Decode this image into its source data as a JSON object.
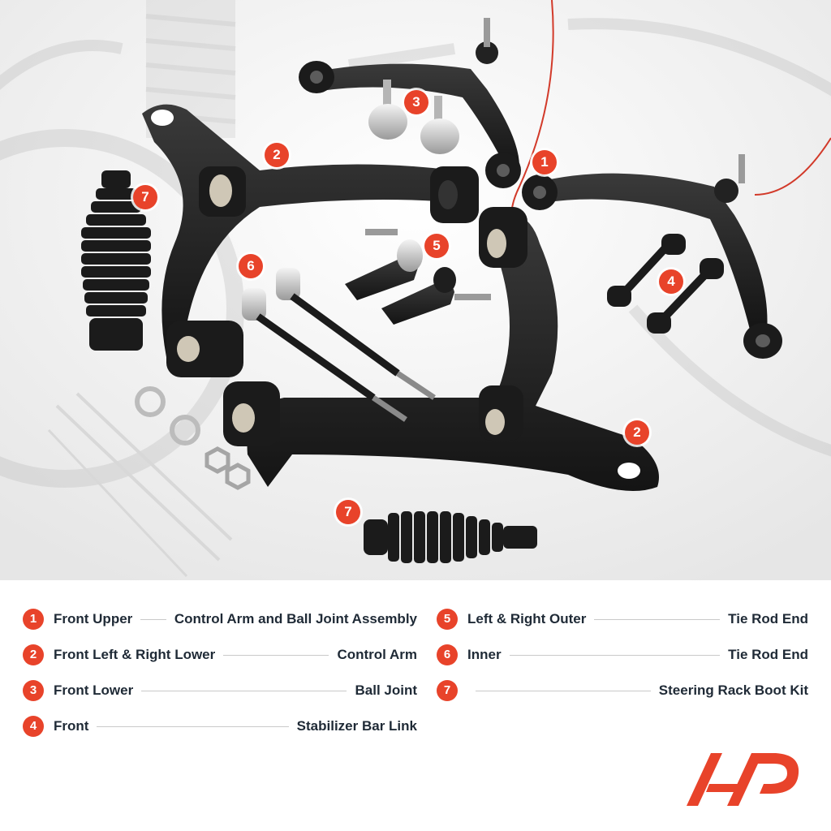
{
  "callouts": [
    "1",
    "2",
    "3",
    "4",
    "5",
    "6",
    "7"
  ],
  "legend": [
    {
      "num": "1",
      "left": "Front Upper",
      "right": "Control Arm and Ball Joint Assembly"
    },
    {
      "num": "2",
      "left": "Front Left & Right Lower",
      "right": "Control Arm"
    },
    {
      "num": "3",
      "left": "Front Lower",
      "right": "Ball Joint"
    },
    {
      "num": "4",
      "left": "Front",
      "right": "Stabilizer Bar Link"
    },
    {
      "num": "5",
      "left": "Left & Right Outer",
      "right": "Tie Rod End"
    },
    {
      "num": "6",
      "left": "Inner",
      "right": "Tie Rod End"
    },
    {
      "num": "7",
      "left": "",
      "right": "Steering Rack Boot Kit"
    }
  ],
  "colors": {
    "accent": "#e8432a",
    "text": "#1f2a36",
    "part": "#1b1b1b"
  }
}
